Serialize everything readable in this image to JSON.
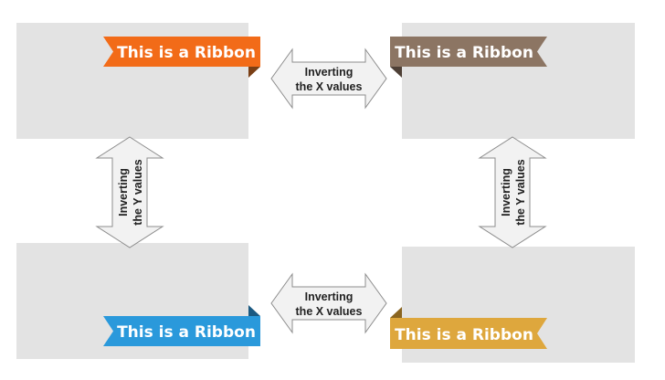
{
  "ribbons": [
    {
      "label": "This is a Ribbon",
      "color": "#f26b18",
      "fold_color": "#7a3f15"
    },
    {
      "label": "This is a Ribbon",
      "color": "#8c7563",
      "fold_color": "#4e4036"
    },
    {
      "label": "This is a Ribbon",
      "color": "#2a99db",
      "fold_color": "#1b5a82"
    },
    {
      "label": "This is a Ribbon",
      "color": "#dea73d",
      "fold_color": "#8a6520"
    }
  ],
  "arrows": {
    "x_top": {
      "line1": "Inverting",
      "line2": "the X values"
    },
    "x_bottom": {
      "line1": "Inverting",
      "line2": "the X values"
    },
    "y_left": {
      "line1": "Inverting",
      "line2": "the Y values"
    },
    "y_right": {
      "line1": "Inverting",
      "line2": "the Y values"
    }
  }
}
